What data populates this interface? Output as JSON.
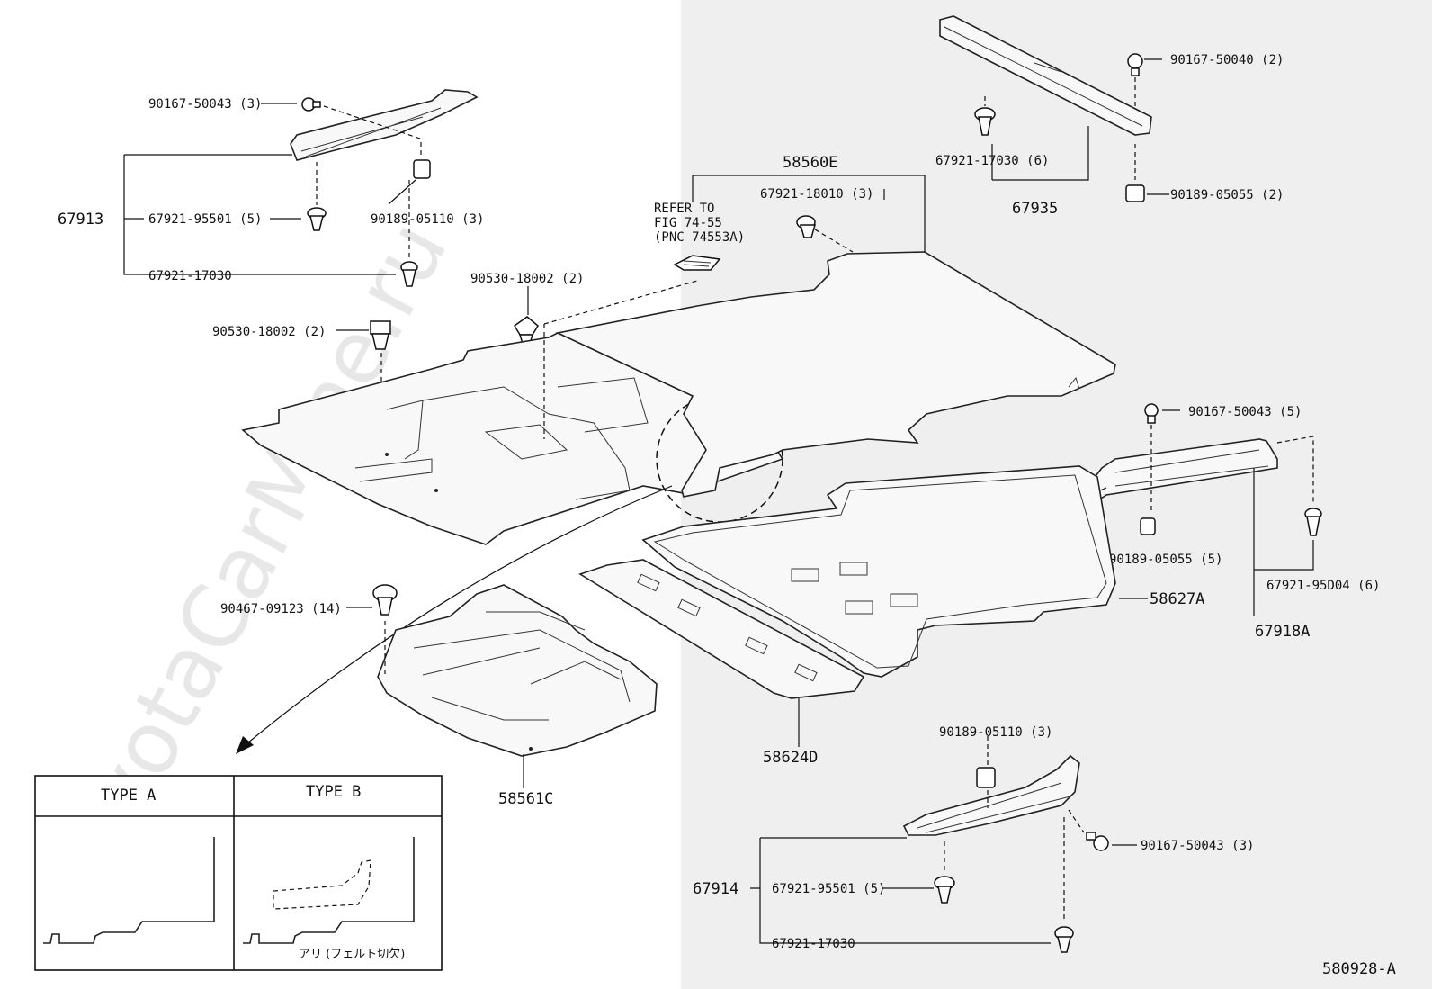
{
  "watermark": "ToyotaCarMine.ru",
  "diagram_code": "580928-A",
  "main_parts": {
    "p67913": "67913",
    "p67914": "67914",
    "p67935": "67935",
    "p67918A": "67918A",
    "p58560E": "58560E",
    "p58627A": "58627A",
    "p58624D": "58624D",
    "p58561C": "58561C"
  },
  "sub_parts": {
    "a": "90167-50043 (3)",
    "b": "67921-95501 (5)",
    "c": "90189-05110 (3)",
    "d": "67921-17030",
    "e": "90530-18002 (2)",
    "f": "90530-18002 (2)",
    "g": "67921-18010 (3)",
    "h": "90467-09123 (14)",
    "i": "90167-50040 (2)",
    "j": "67921-17030 (6)",
    "k": "90189-05055 (2)",
    "l": "90167-50043 (5)",
    "m": "90189-05055 (5)",
    "n": "67921-95D04 (6)",
    "o": "90189-05110 (3)",
    "p": "90167-50043 (3)",
    "q": "67921-95501 (5)",
    "r": "67921-17030"
  },
  "refer": {
    "line1": "REFER TO",
    "line2": "FIG 74-55",
    "line3": "(PNC 74553A)"
  },
  "detail_box": {
    "type_a": "TYPE A",
    "type_b": "TYPE B",
    "note": "アリ (フェルト切欠)"
  }
}
